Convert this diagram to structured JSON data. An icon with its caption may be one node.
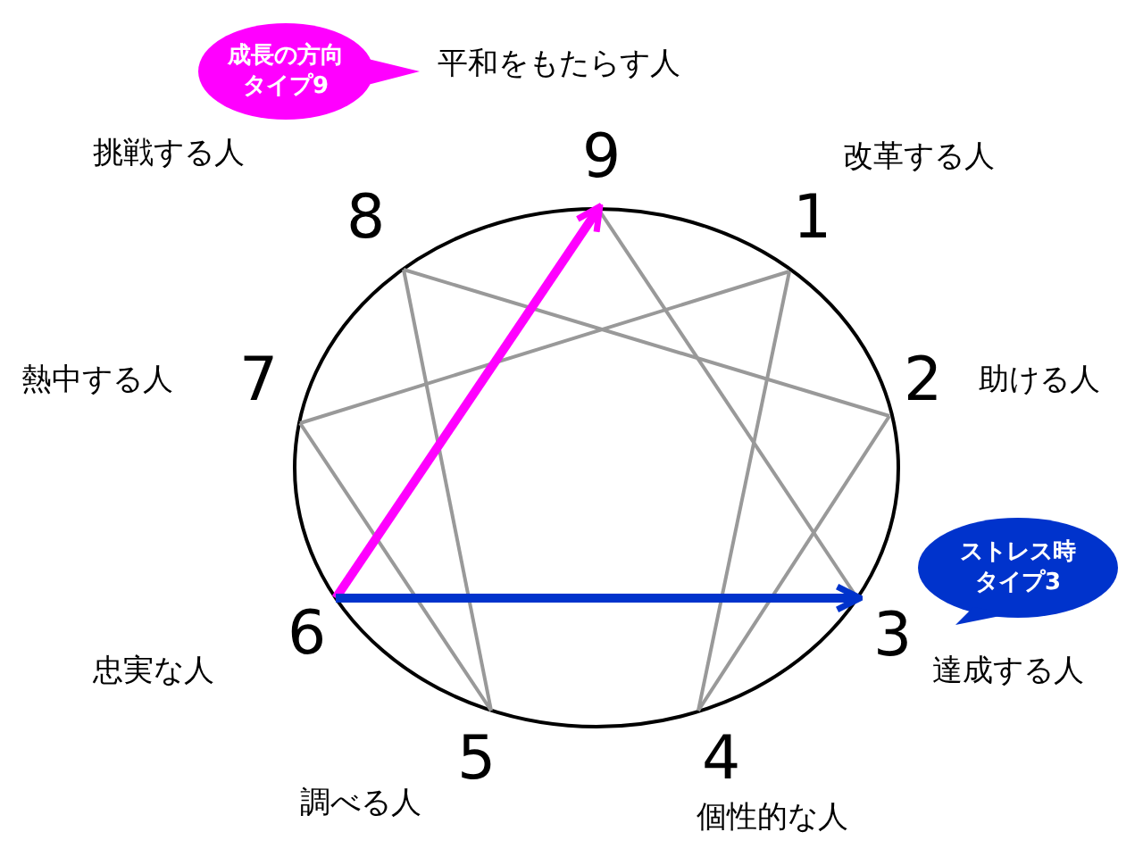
{
  "diagram": {
    "nodes": [
      {
        "text": [
          "成長の方向タイプ9"
        ]
      },
      {
        "text": [
          "9"
        ]
      },
      {
        "text": [
          "1"
        ]
      },
      {
        "text": [
          "2"
        ]
      },
      {
        "text": [
          "3"
        ]
      },
      {
        "text": [
          "4"
        ]
      },
      {
        "text": [
          "5"
        ]
      },
      {
        "text": [
          "6"
        ]
      },
      {
        "text": [
          "7"
        ]
      },
      {
        "text": [
          "8"
        ]
      },
      {
        "text": [
          "ストレス時タイプ3"
        ]
      }
    ],
    "edges": [
      {
        "from": 1,
        "to": 4,
        "arrow": "none"
      },
      {
        "from": 2,
        "to": 5,
        "arrow": "none"
      },
      {
        "from": 5,
        "to": 3,
        "arrow": "none"
      },
      {
        "from": 3,
        "to": 9,
        "arrow": "none"
      },
      {
        "from": 9,
        "to": 6,
        "arrow": "none"
      },
      {
        "from": 6,
        "to": 8,
        "arrow": "none"
      },
      {
        "from": 8,
        "to": 2,
        "arrow": "none"
      },
      {
        "from": 7,
        "to": 1,
        "arrow": "to",
        "style": "thick",
        "color": "#ff00ff"
      },
      {
        "from": 7,
        "to": 4,
        "arrow": "to",
        "style": "thick",
        "color": "#0033cc"
      }
    ],
    "labels": [
      "平和をもたらす人",
      "挑戦する人",
      "改革する人",
      "熱中する人",
      "助ける人",
      "忠実な人",
      "達成する人",
      "調べる人",
      "個性的な人"
    ]
  }
}
